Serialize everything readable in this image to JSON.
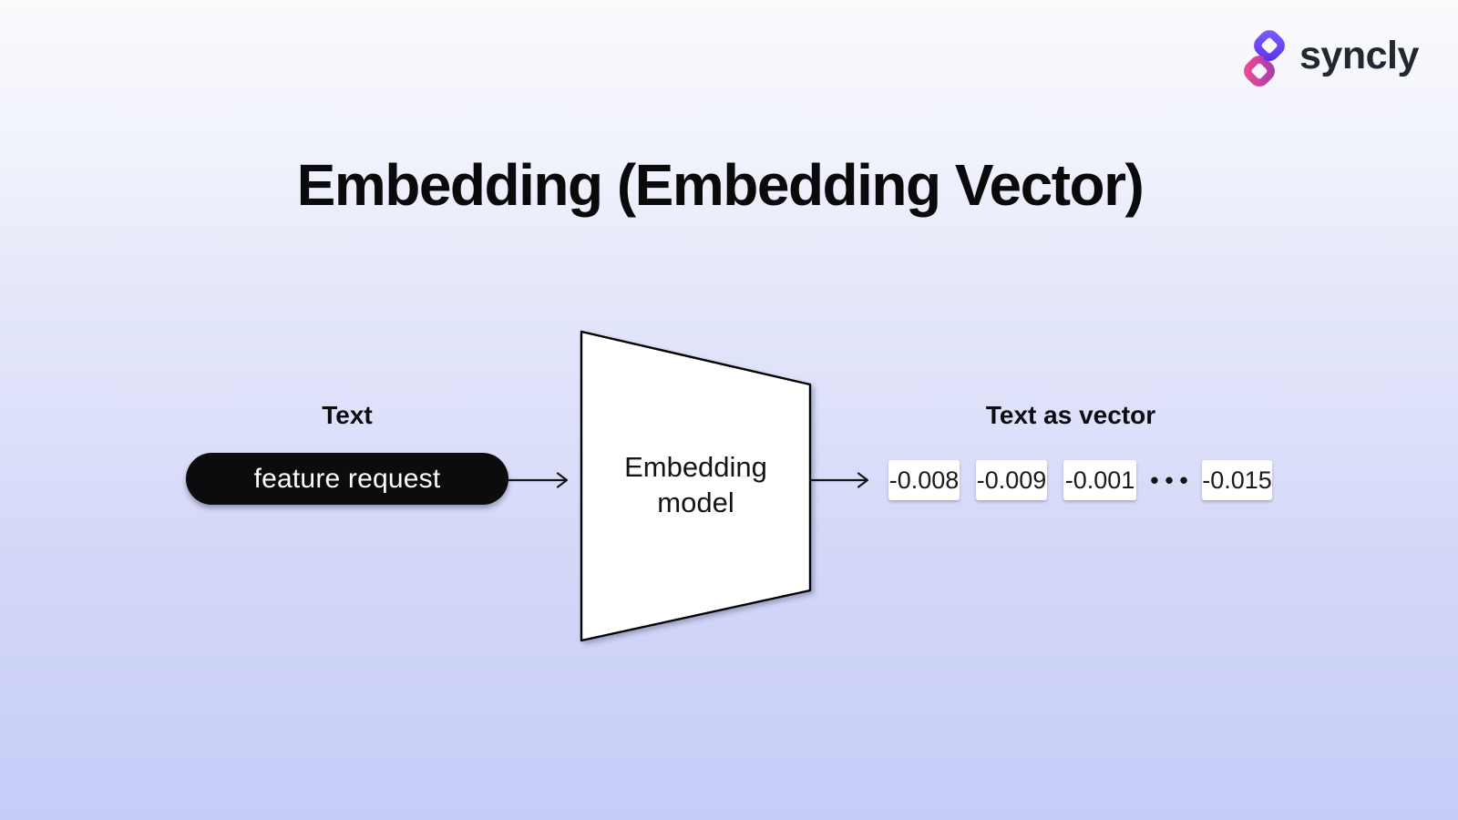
{
  "brand": {
    "name": "syncly",
    "colors": {
      "link_purple": "#6a46f0",
      "link_pink": "#d6449c",
      "wordmark": "#23272f"
    }
  },
  "title": "Embedding (Embedding Vector)",
  "diagram": {
    "input": {
      "label": "Text",
      "value": "feature request",
      "pill_color": "#0c0c0e"
    },
    "model": {
      "line1": "Embedding",
      "line2": "model"
    },
    "output": {
      "label": "Text as vector",
      "cells": [
        "-0.008",
        "-0.009",
        "-0.001",
        "-0.015"
      ],
      "ellipsis": "•••"
    }
  }
}
